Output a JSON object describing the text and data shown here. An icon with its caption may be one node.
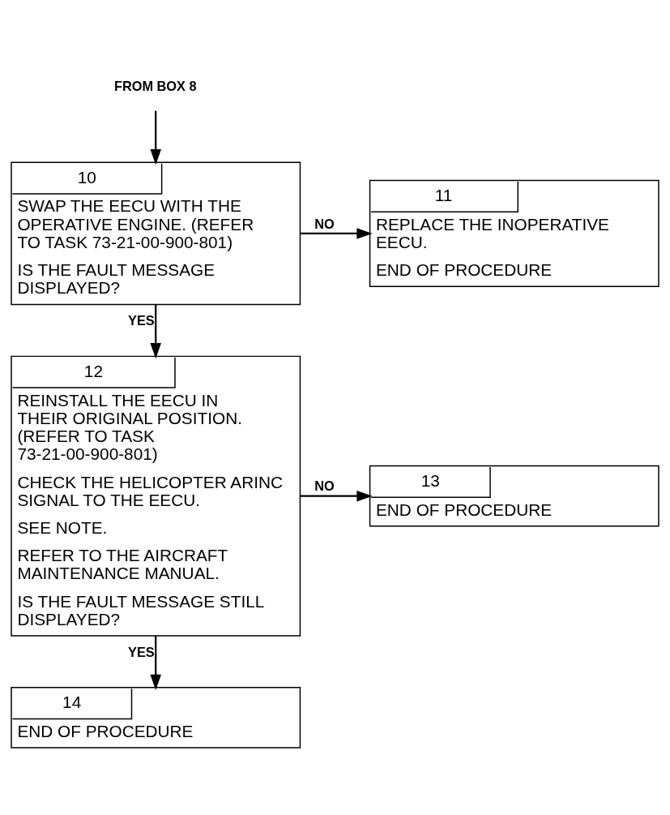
{
  "diagram": {
    "nodes": [
      {
        "text": [
          "FROM BOX 8"
        ]
      },
      {
        "text": [
          "10",
          "SWAP THE EECU WITH THE OPERATIVE ENGINE. (REFER TO TASK 73-21-00-900-801)",
          "IS THE FAULT MESSAGE DISPLAYED?"
        ]
      },
      {
        "text": [
          "11",
          "REPLACE THE INOPERATIVE EECU.",
          "END OF PROCEDURE"
        ]
      },
      {
        "text": [
          "12",
          "REINSTALL THE EECU IN THEIR ORIGINAL POSITION. (REFER TO TASK 73-21-00-900-801)",
          "CHECK THE HELICOPTER ARINC SIGNAL TO THE EECU.",
          "SEE NOTE.",
          "REFER TO THE AIRCRAFT MAINTENANCE MANUAL.",
          "IS THE FAULT MESSAGE STILL DISPLAYED?"
        ]
      },
      {
        "text": [
          "13",
          "END OF PROCEDURE"
        ]
      },
      {
        "text": [
          "14",
          "END OF PROCEDURE"
        ]
      }
    ],
    "edges": [
      {
        "from": 0,
        "to": 1,
        "arrow": "to"
      },
      {
        "from": 1,
        "to": 2,
        "arrow": "to",
        "label": "NO"
      },
      {
        "from": 1,
        "to": 3,
        "arrow": "to",
        "label": "YES"
      },
      {
        "from": 3,
        "to": 4,
        "arrow": "to",
        "label": "NO"
      },
      {
        "from": 3,
        "to": 5,
        "arrow": "to",
        "label": "YES"
      }
    ]
  }
}
